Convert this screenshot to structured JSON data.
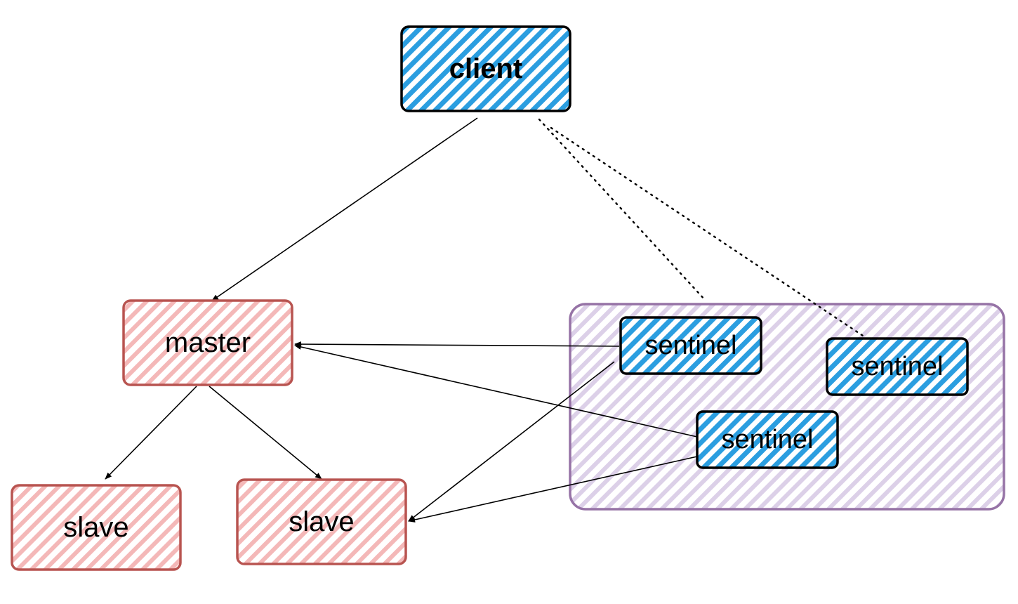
{
  "diagram": {
    "nodes": {
      "client": {
        "label": "client"
      },
      "master": {
        "label": "master"
      },
      "slave_left": {
        "label": "slave"
      },
      "slave_right": {
        "label": "slave"
      },
      "sentinel_1": {
        "label": "sentinel"
      },
      "sentinel_2": {
        "label": "sentinel"
      },
      "sentinel_3": {
        "label": "sentinel"
      }
    },
    "colors": {
      "client_fill": "#2b9ee0",
      "client_stroke": "#000000",
      "redis_fill": "#f4b8b8",
      "redis_stroke": "#b85450",
      "group_fill": "#dcd0e8",
      "group_stroke": "#9673a6",
      "edge": "#000000"
    }
  }
}
